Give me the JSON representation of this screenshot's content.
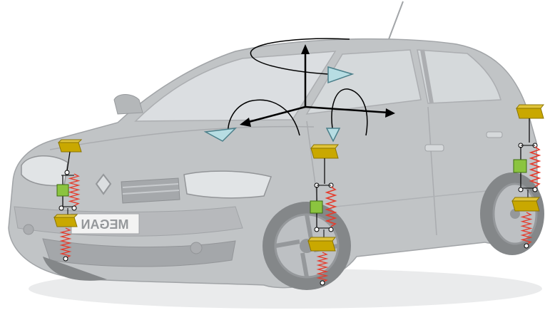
{
  "vehicle": {
    "plate_text": "MEGAN",
    "body_color": "#b9bcbf",
    "window_color": "#d9dde0",
    "tire_color": "#6f7275"
  },
  "axes": {
    "color": "#000000",
    "arrow_fill": "#b7dde3",
    "arrow_stroke": "#4b7f8a",
    "rotations": [
      "yaw",
      "roll",
      "pitch"
    ]
  },
  "suspension": {
    "mass_color": "#c9a800",
    "damper_color": "#8bc43f",
    "spring_color": "#e53b2c",
    "units": [
      "front-left",
      "front-right",
      "rear-right"
    ]
  }
}
